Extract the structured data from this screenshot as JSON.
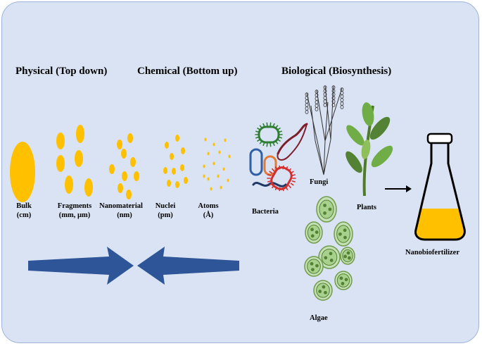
{
  "headings": {
    "physical": "Physical (Top down)",
    "chemical": "Chemical (Bottom up)",
    "biological": "Biological (Biosynthesis)"
  },
  "scale": {
    "bulk": [
      "Bulk",
      "(cm)"
    ],
    "fragments": [
      "Fragments",
      "(mm, µm)"
    ],
    "nanomaterial": [
      "Nanomaterial",
      "(nm)"
    ],
    "nuclei": [
      "Nuclei",
      "(pm)"
    ],
    "atoms": [
      "Atoms",
      "(Å)"
    ]
  },
  "organisms": {
    "bacteria": "Bacteria",
    "fungi": "Fungi",
    "plants": "Plants",
    "algae": "Algae"
  },
  "product": "Nanobiofertilizer",
  "colors": {
    "panel": "#dae3f3",
    "particle": "#ffc000",
    "arrow": "#2e5597",
    "flask_liquid": "#ffc000",
    "algae": "#a9d18e",
    "plant": "#70ad47"
  },
  "icons": [
    "double-arrow-icon",
    "bacteria-icon",
    "fungi-icon",
    "plant-icon",
    "algae-icon",
    "flask-icon",
    "right-arrow-icon"
  ]
}
